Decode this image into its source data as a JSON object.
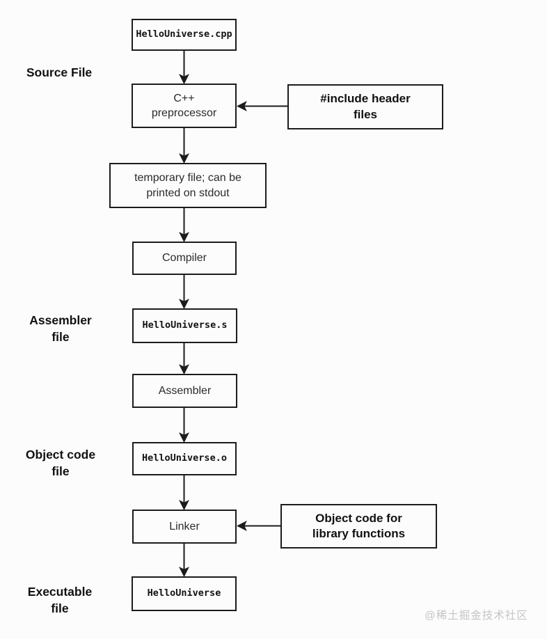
{
  "diagram": {
    "stage_labels": {
      "source": "Source File",
      "assembler": "Assembler\nfile",
      "object": "Object code\nfile",
      "executable": "Executable\nfile"
    },
    "nodes": {
      "source_file": "HelloUniverse.cpp",
      "preprocessor": "C++\npreprocessor",
      "include_headers": "#include header\nfiles",
      "temp_file": "temporary file; can be\nprinted on stdout",
      "compiler": "Compiler",
      "assembler_file": "HelloUniverse.s",
      "assembler": "Assembler",
      "object_file": "HelloUniverse.o",
      "linker": "Linker",
      "object_code_libs": "Object code for\nlibrary functions",
      "executable_file": "HelloUniverse"
    },
    "colors": {
      "line": "#1c1c1c",
      "background": "#fcfcfc",
      "watermark": "#c5c5c5"
    },
    "watermark": "@稀土掘金技术社区"
  }
}
